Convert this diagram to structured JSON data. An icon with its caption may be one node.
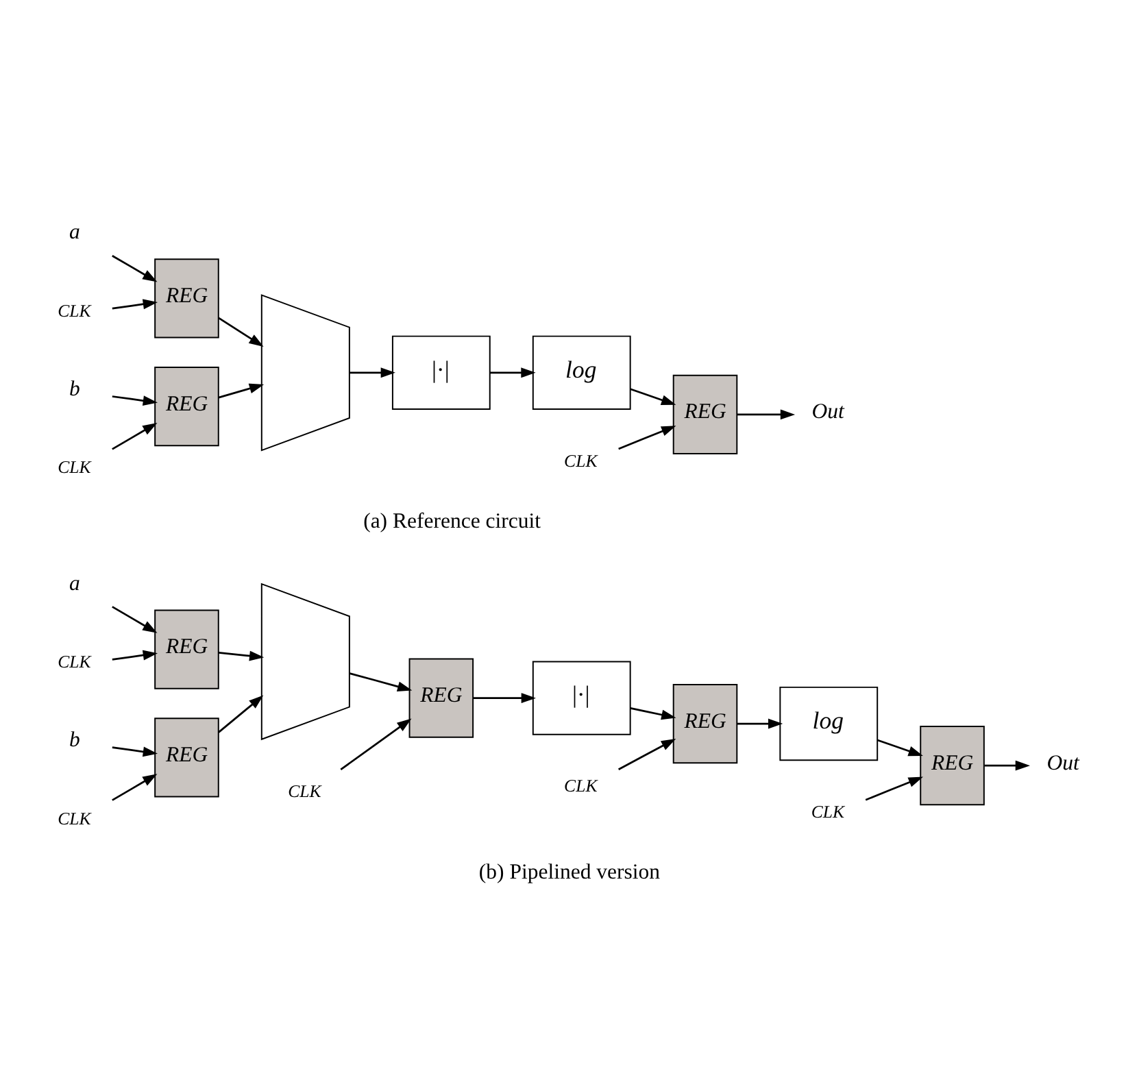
{
  "diagram": {
    "nodes": [
      {
        "text": [
          "a"
        ]
      },
      {
        "text": [
          "REG"
        ]
      },
      {
        "text": [
          "CLK"
        ]
      },
      {
        "text": [
          "b"
        ]
      },
      {
        "text": [
          "REG"
        ]
      },
      {
        "text": [
          "CLK"
        ]
      },
      {
        "text": [],
        "shape": "trapezoid"
      },
      {
        "text": [
          "|·|"
        ]
      },
      {
        "text": [
          "log"
        ]
      },
      {
        "text": [
          "REG"
        ]
      },
      {
        "text": [
          "CLK"
        ]
      },
      {
        "text": [
          "Out"
        ]
      },
      {
        "text": [
          "a"
        ]
      },
      {
        "text": [
          "REG"
        ]
      },
      {
        "text": [
          "CLK"
        ]
      },
      {
        "text": [
          "b"
        ]
      },
      {
        "text": [
          "REG"
        ]
      },
      {
        "text": [
          "CLK"
        ]
      },
      {
        "text": [],
        "shape": "trapezoid"
      },
      {
        "text": [
          "REG"
        ]
      },
      {
        "text": [
          "CLK"
        ]
      },
      {
        "text": [
          "|·|"
        ]
      },
      {
        "text": [
          "REG"
        ]
      },
      {
        "text": [
          "CLK"
        ]
      },
      {
        "text": [
          "log"
        ]
      },
      {
        "text": [
          "REG"
        ]
      },
      {
        "text": [
          "CLK"
        ]
      },
      {
        "text": [
          "Out"
        ]
      }
    ],
    "edges": [
      {
        "from": 0,
        "to": 1,
        "arrow": "to"
      },
      {
        "from": 2,
        "to": 1,
        "arrow": "to"
      },
      {
        "from": 3,
        "to": 4,
        "arrow": "to"
      },
      {
        "from": 5,
        "to": 4,
        "arrow": "to"
      },
      {
        "from": 1,
        "to": 6,
        "arrow": "to"
      },
      {
        "from": 4,
        "to": 6,
        "arrow": "to"
      },
      {
        "from": 6,
        "to": 7,
        "arrow": "to"
      },
      {
        "from": 7,
        "to": 8,
        "arrow": "to"
      },
      {
        "from": 8,
        "to": 9,
        "arrow": "to"
      },
      {
        "from": 10,
        "to": 9,
        "arrow": "to"
      },
      {
        "from": 9,
        "to": 11,
        "arrow": "to"
      },
      {
        "from": 12,
        "to": 13,
        "arrow": "to"
      },
      {
        "from": 14,
        "to": 13,
        "arrow": "to"
      },
      {
        "from": 15,
        "to": 16,
        "arrow": "to"
      },
      {
        "from": 17,
        "to": 16,
        "arrow": "to"
      },
      {
        "from": 13,
        "to": 18,
        "arrow": "to"
      },
      {
        "from": 16,
        "to": 18,
        "arrow": "to"
      },
      {
        "from": 18,
        "to": 19,
        "arrow": "to"
      },
      {
        "from": 20,
        "to": 19,
        "arrow": "to"
      },
      {
        "from": 19,
        "to": 21,
        "arrow": "to"
      },
      {
        "from": 21,
        "to": 22,
        "arrow": "to"
      },
      {
        "from": 23,
        "to": 22,
        "arrow": "to"
      },
      {
        "from": 22,
        "to": 24,
        "arrow": "to"
      },
      {
        "from": 24,
        "to": 25,
        "arrow": "to"
      },
      {
        "from": 26,
        "to": 25,
        "arrow": "to"
      },
      {
        "from": 25,
        "to": 27,
        "arrow": "to"
      }
    ],
    "labels": [
      "(a) Reference circuit",
      "(b) Pipelined version"
    ]
  }
}
